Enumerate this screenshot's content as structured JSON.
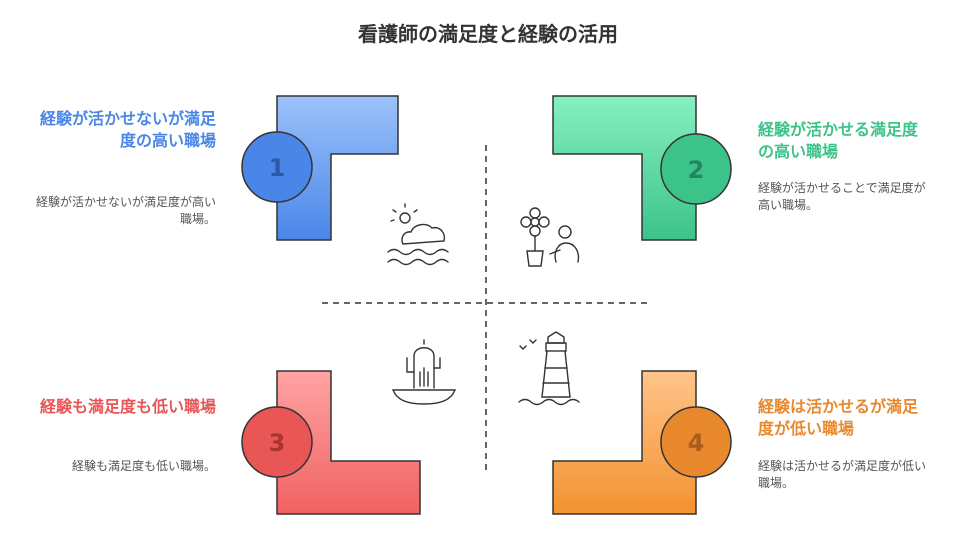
{
  "title": "看護師の満足度と経験の活用",
  "quadrants": [
    {
      "number": "1",
      "title": "経験が活かせないが満足度の高い職場",
      "description": "経験が活かせないが満足度が高い職場。",
      "color": "#4a86e8"
    },
    {
      "number": "2",
      "title": "経験が活かせる満足度の高い職場",
      "description": "経験が活かせることで満足度が高い職場。",
      "color": "#3cc38a"
    },
    {
      "number": "3",
      "title": "経験も満足度も低い職場",
      "description": "経験も満足度も低い職場。",
      "color": "#e85656"
    },
    {
      "number": "4",
      "title": "経験は活かせるが満足度が低い職場",
      "description": "経験は活かせるが満足度が低い職場。",
      "color": "#e8892e"
    }
  ],
  "icons": [
    "sun-cloud-waves-icon",
    "person-flower-icon",
    "cactus-icon",
    "lighthouse-icon"
  ]
}
